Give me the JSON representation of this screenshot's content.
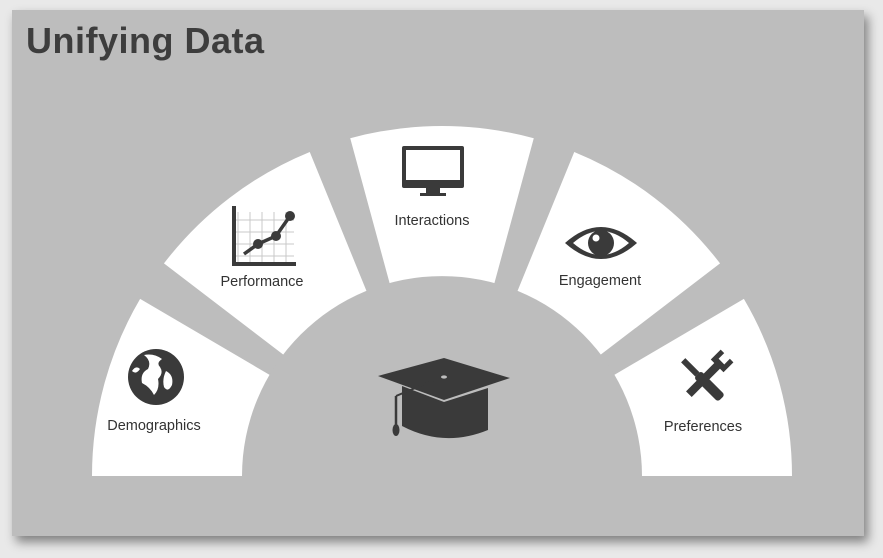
{
  "title": "Unifying Data",
  "colors": {
    "background": "#bdbdbd",
    "segment": "#ffffff",
    "icon": "#3a3a3a",
    "title": "#3d3d3d"
  },
  "segments": [
    {
      "label": "Demographics",
      "icon": "globe-icon"
    },
    {
      "label": "Performance",
      "icon": "line-chart-icon"
    },
    {
      "label": "Interactions",
      "icon": "monitor-icon"
    },
    {
      "label": "Engagement",
      "icon": "eye-icon"
    },
    {
      "label": "Preferences",
      "icon": "tools-icon"
    }
  ],
  "center_icon": "graduation-cap-icon"
}
